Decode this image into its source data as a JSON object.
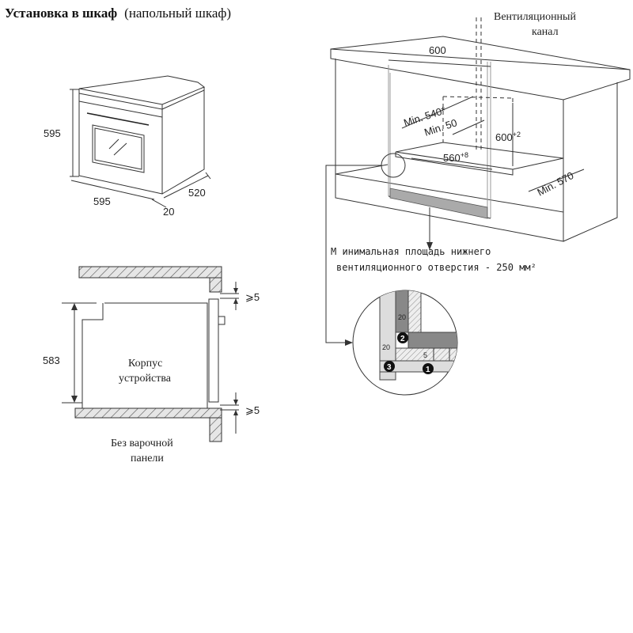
{
  "title": {
    "bold": "Установка в шкаф",
    "normal": "(напольный шкаф)"
  },
  "oven": {
    "height": "595",
    "width": "595",
    "depth": "520",
    "door": "20"
  },
  "cabinet_section": {
    "gap_top": "⩾5",
    "gap_bottom": "⩾5",
    "height": "583",
    "body_label_1": "Корпус",
    "body_label_2": "устройства",
    "note_1": "Без варочной",
    "note_2": "панели"
  },
  "niche": {
    "vent_1": "Вентиляционный",
    "vent_2": "канал",
    "width": "600",
    "min_540": "Min. 540*",
    "min_50": "Min. 50",
    "height": "600",
    "height_tol": "+2",
    "depth": "560",
    "depth_tol": "+8",
    "min_570": "Min. 570",
    "area_1": "М инимальная площадь нижнего",
    "area_2": "вентиляционного отверстия - 250 мм²"
  },
  "detail": {
    "d20_top": "20",
    "d20_side": "20",
    "d5": "5",
    "n1": "1",
    "n2": "2",
    "n3": "3"
  }
}
